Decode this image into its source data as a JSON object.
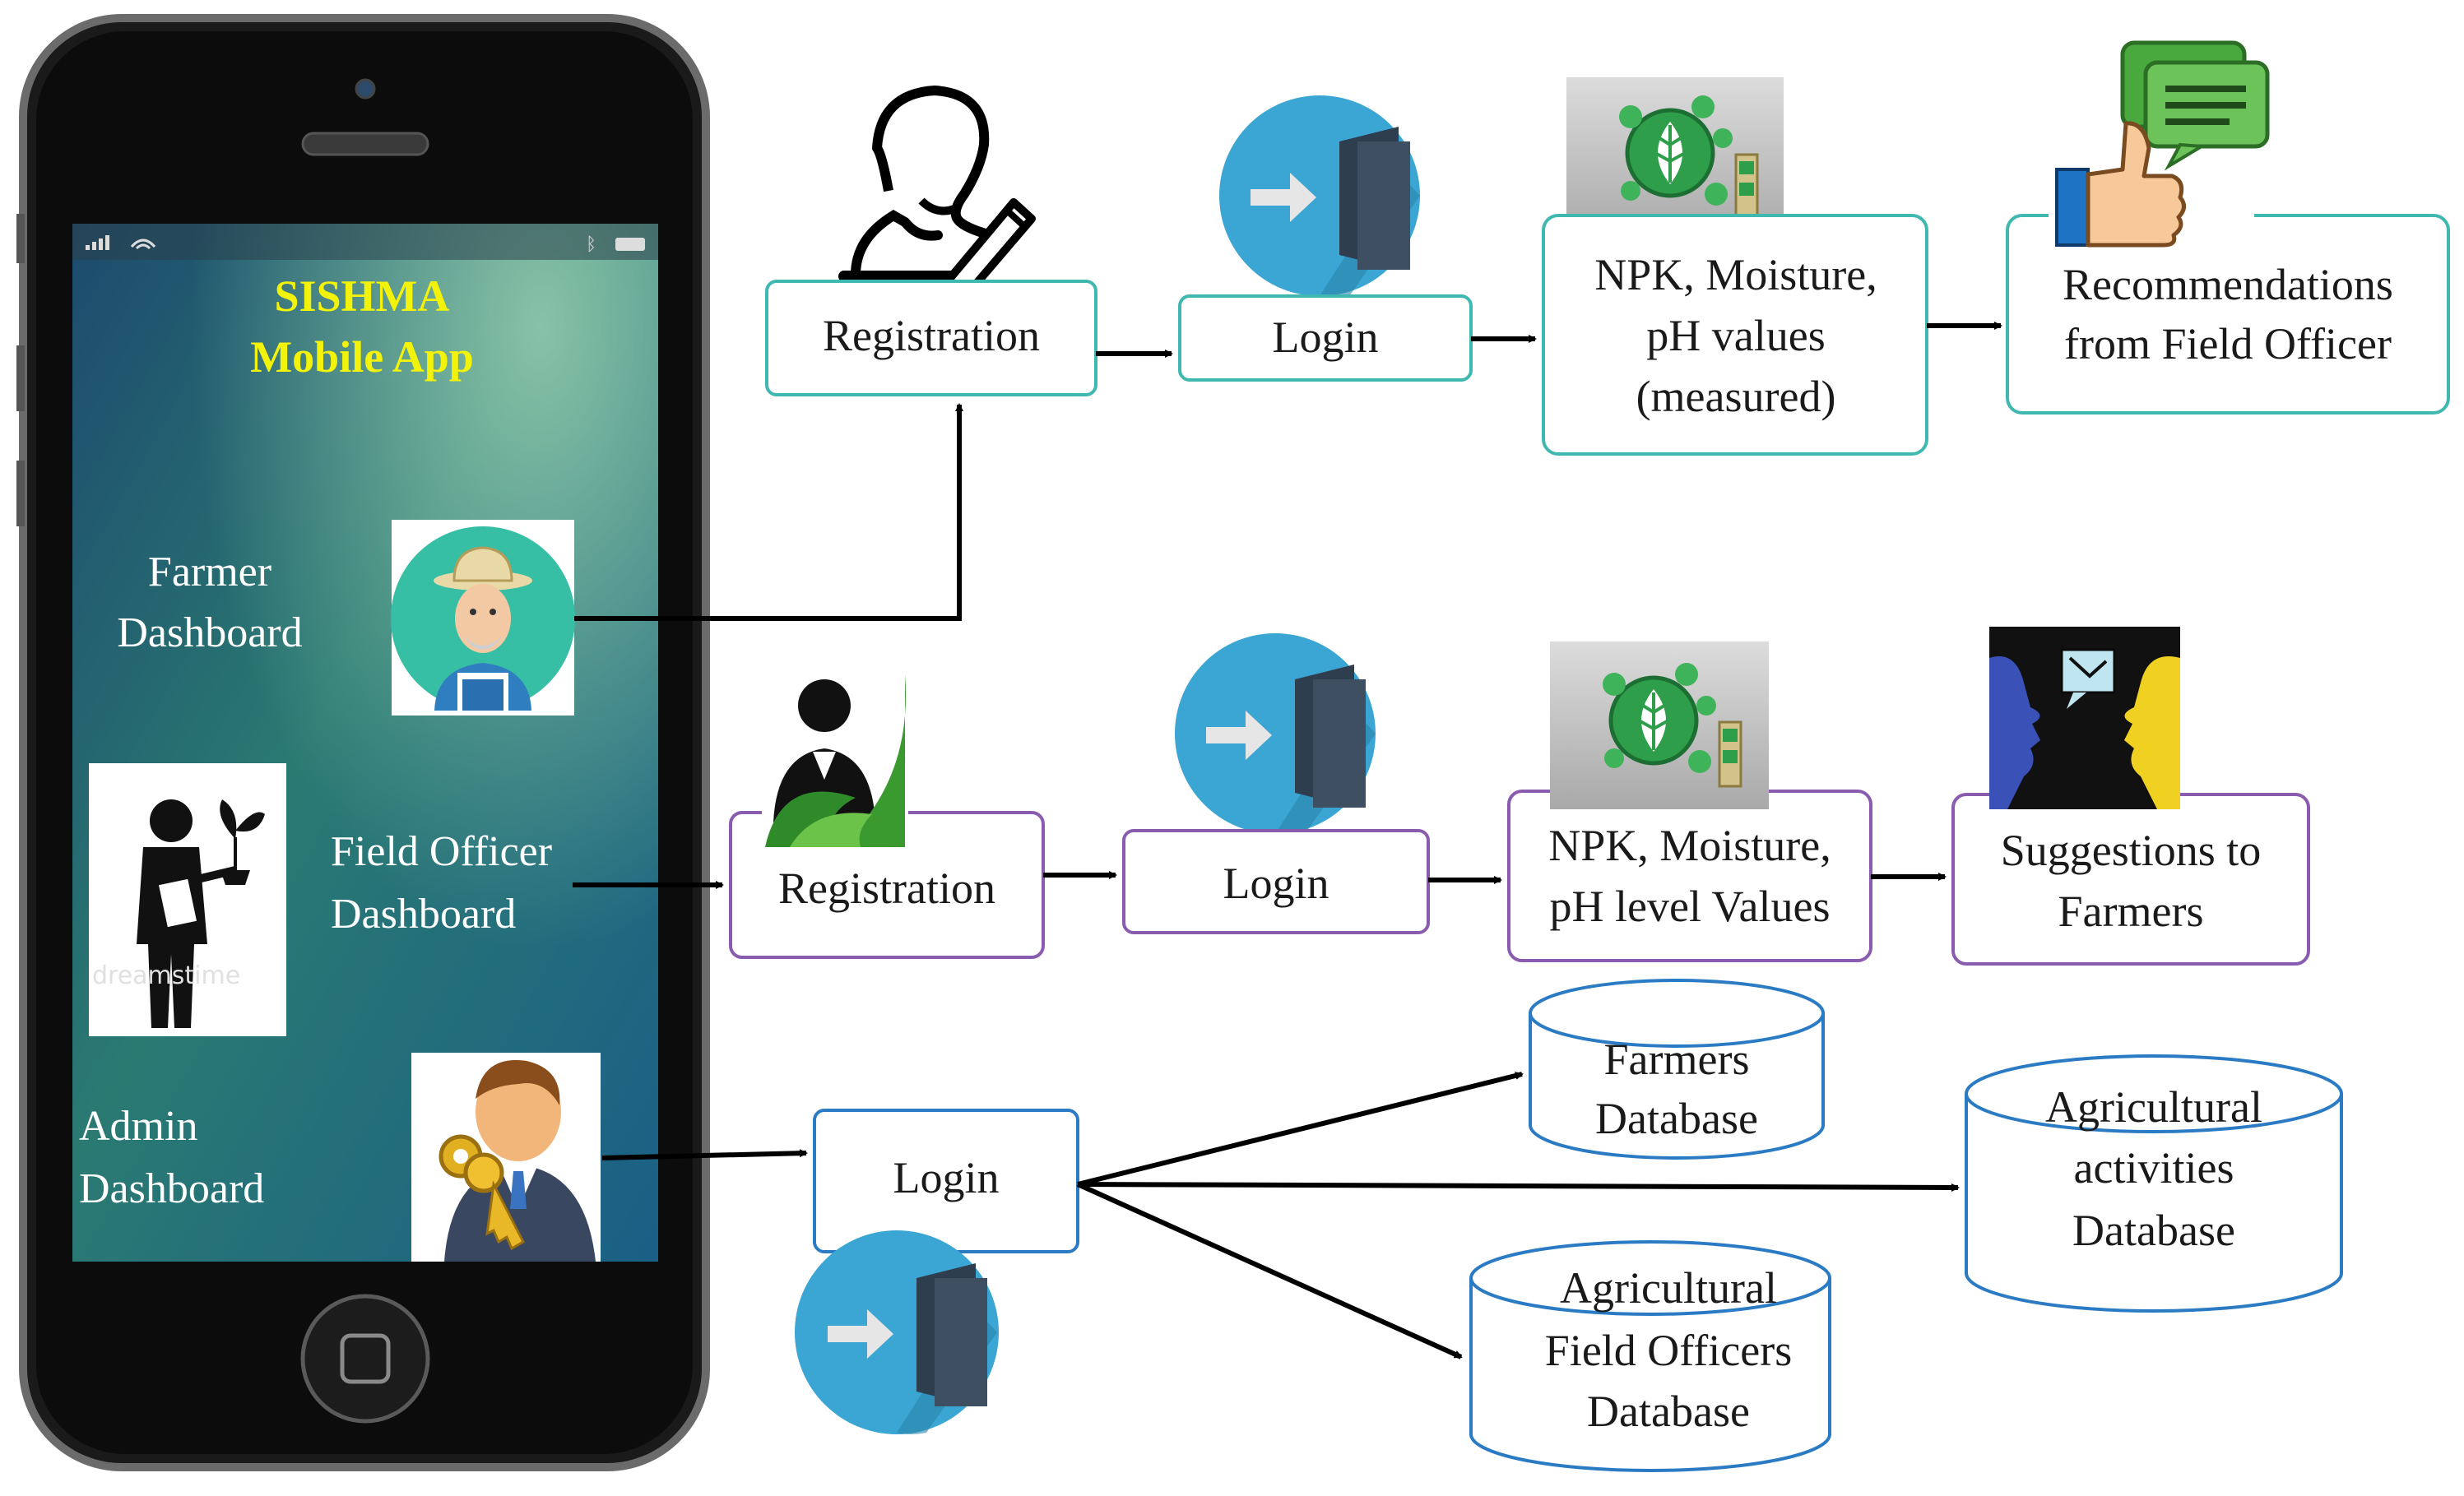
{
  "phone": {
    "app_title_line1": "SISHMA",
    "app_title_line2": "Mobile App",
    "farmer_line1": "Farmer",
    "farmer_line2": "Dashboard",
    "officer_line1": "Field Officer",
    "officer_line2": "Dashboard",
    "admin_line1": "Admin",
    "admin_line2": "Dashboard"
  },
  "farmer_flow": {
    "registration": "Registration",
    "login": "Login",
    "measure_line1": "NPK, Moisture,",
    "measure_line2": "pH values",
    "measure_line3": "(measured)",
    "rec_line1": "Recommendations",
    "rec_line2": "from Field Officer"
  },
  "officer_flow": {
    "registration": "Registration",
    "login": "Login",
    "values_line1": "NPK, Moisture,",
    "values_line2": "pH level Values",
    "sugg_line1": "Suggestions to",
    "sugg_line2": "Farmers"
  },
  "admin_flow": {
    "login": "Login",
    "db_farmers_line1": "Farmers",
    "db_farmers_line2": "Database",
    "db_activities_line1": "Agricultural",
    "db_activities_line2": "activities",
    "db_activities_line3": "Database",
    "db_officers_line1": "Agricultural",
    "db_officers_line2": "Field Officers",
    "db_officers_line3": "Database"
  },
  "colors": {
    "teal_border": "#3fb8b0",
    "purple_border": "#8a5cb0",
    "db_border": "#2a7bc4",
    "app_title": "#f2f20a"
  }
}
